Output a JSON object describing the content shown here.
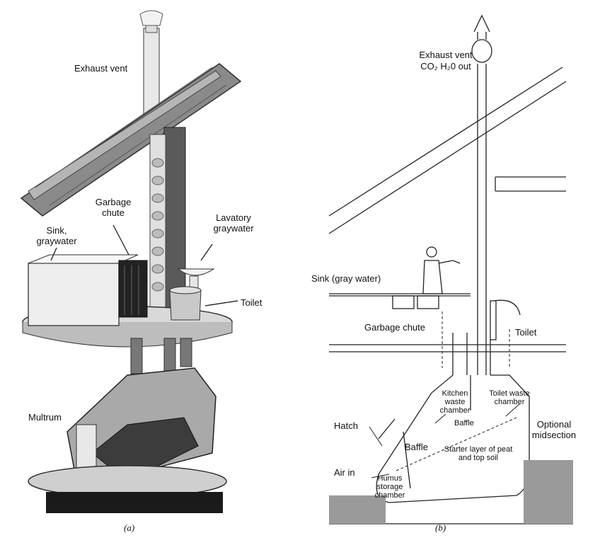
{
  "panel_a": {
    "caption": "(a)",
    "labels": {
      "exhaust_vent": "Exhaust vent",
      "garbage_chute": "Garbage chute",
      "sink": "Sink, graywater",
      "lavatory": "Lavatory graywater",
      "toilet": "Toilet",
      "multrum": "Multrum"
    }
  },
  "panel_b": {
    "caption": "(b)",
    "labels": {
      "exhaust_vent_line1": "Exhaust vent",
      "exhaust_vent_line2": "CO₂  H₂0 out",
      "sink": "Sink (gray water)",
      "garbage_chute": "Garbage chute",
      "toilet": "Toilet",
      "kitchen_waste": "Kitchen waste chamber",
      "toilet_waste": "Toilet waste chamber",
      "baffle_1": "Baffle",
      "baffle_2": "Baffle",
      "optional_midsection": "Optional midsection",
      "hatch": "Hatch",
      "starter_layer": "Starter layer of peat and top soil",
      "air_in": "Air in",
      "humus_storage": "Humus storage chamber"
    }
  }
}
